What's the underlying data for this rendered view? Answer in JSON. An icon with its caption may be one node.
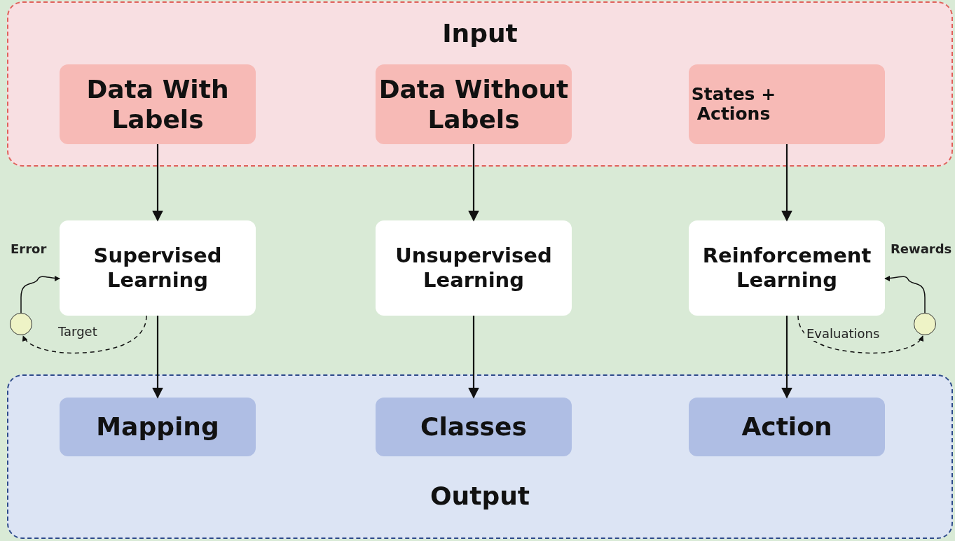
{
  "diagram": {
    "nodes": [
      {
        "text": [
          "Input"
        ]
      },
      {
        "text": [
          "Data With Labels"
        ],
        "in": 0
      },
      {
        "text": [
          "Data Without Labels"
        ],
        "in": 0
      },
      {
        "text": [
          "States + Actions"
        ],
        "in": 0
      },
      {
        "text": [
          "Supervised Learning"
        ]
      },
      {
        "text": [
          "Unsupervised Learning"
        ]
      },
      {
        "text": [
          "Reinforcement Learning"
        ]
      },
      {
        "text": [
          "Output"
        ]
      },
      {
        "text": [
          "Mapping"
        ],
        "in": 7
      },
      {
        "text": [
          "Classes"
        ],
        "in": 7
      },
      {
        "text": [
          "Action"
        ],
        "in": 7
      },
      {
        "text": [],
        "shape": "circle"
      },
      {
        "text": [],
        "shape": "circle"
      }
    ],
    "edges": [
      {
        "from": 1,
        "to": 4,
        "arrow": "to"
      },
      {
        "from": 2,
        "to": 5,
        "arrow": "to"
      },
      {
        "from": 3,
        "to": 6,
        "arrow": "to"
      },
      {
        "from": 4,
        "to": 8,
        "arrow": "to"
      },
      {
        "from": 5,
        "to": 9,
        "arrow": "to"
      },
      {
        "from": 6,
        "to": 10,
        "arrow": "to"
      },
      {
        "from": 11,
        "to": 4,
        "arrow": "to",
        "label": "Error"
      },
      {
        "from": 4,
        "to": 11,
        "arrow": "to",
        "label": "Target",
        "style": "dashed"
      },
      {
        "from": 12,
        "to": 6,
        "arrow": "to",
        "label": "Rewards"
      },
      {
        "from": 6,
        "to": 12,
        "arrow": "to",
        "label": "Evaluations",
        "style": "dashed"
      }
    ]
  }
}
